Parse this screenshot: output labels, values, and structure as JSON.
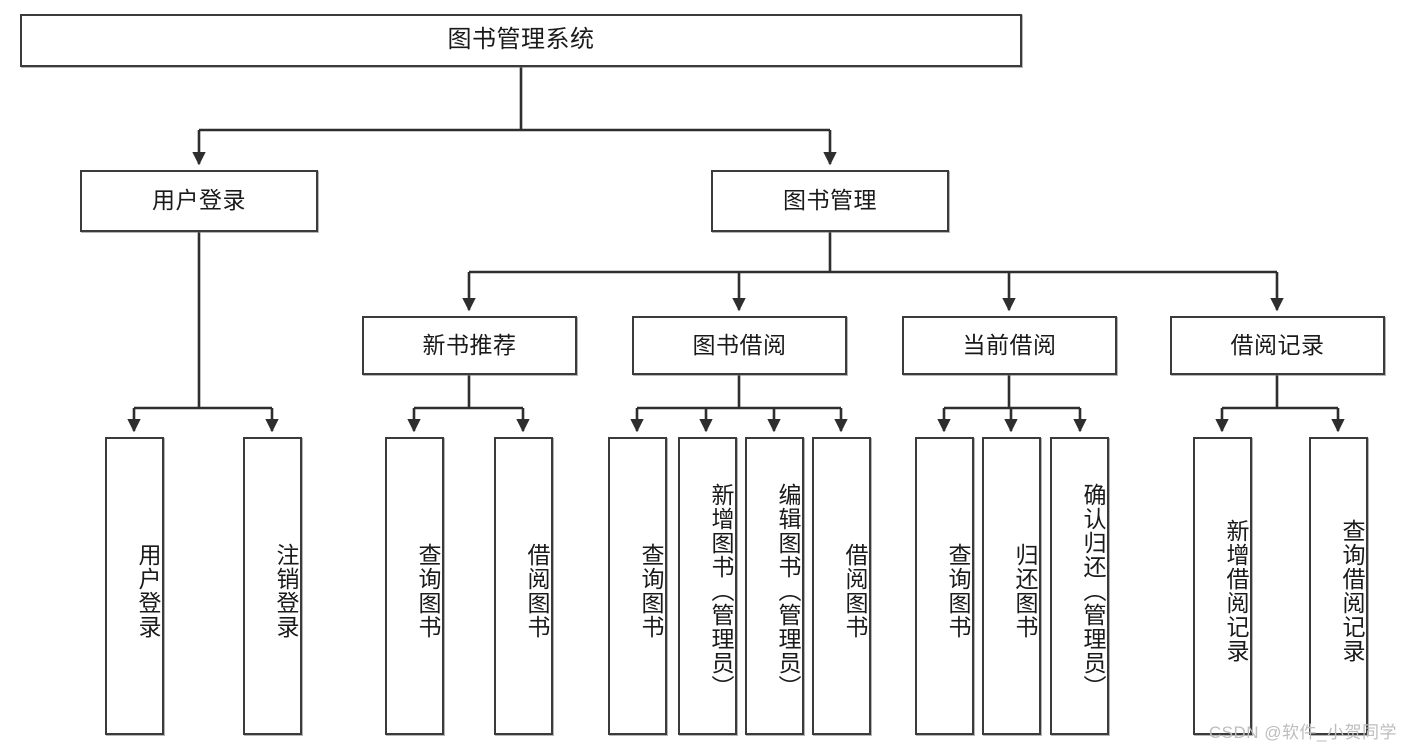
{
  "diagram": {
    "title": "图书管理系统",
    "type": "tree",
    "orientation": "top-down",
    "colors": {
      "box_border": "#3b3b3b",
      "box_fill": "#ffffff",
      "edge": "#2e2e2e",
      "text": "#1a1a1a",
      "watermark": "#bdbdbd",
      "background": "#ffffff"
    },
    "nodes": {
      "root": {
        "label": "图书管理系统",
        "level": 1
      },
      "level2": [
        {
          "id": "user-login",
          "label": "用户登录"
        },
        {
          "id": "book-management",
          "label": "图书管理"
        }
      ],
      "level3": [
        {
          "id": "new-book-recommend",
          "label": "新书推荐"
        },
        {
          "id": "book-borrow",
          "label": "图书借阅"
        },
        {
          "id": "current-borrow",
          "label": "当前借阅"
        },
        {
          "id": "borrow-record",
          "label": "借阅记录"
        }
      ],
      "leaves": {
        "user-login": [
          {
            "id": "leaf-user-login",
            "label": "用户登录"
          },
          {
            "id": "leaf-logout-login",
            "label": "注销登录"
          }
        ],
        "new-book-recommend": [
          {
            "id": "leaf-query-book-1",
            "label": "查询图书"
          },
          {
            "id": "leaf-borrow-book-1",
            "label": "借阅图书"
          }
        ],
        "book-borrow": [
          {
            "id": "leaf-query-book-2",
            "label": "查询图书"
          },
          {
            "id": "leaf-add-book",
            "label": "新增图书（管理员）"
          },
          {
            "id": "leaf-edit-book",
            "label": "编辑图书（管理员）"
          },
          {
            "id": "leaf-borrow-book-2",
            "label": "借阅图书"
          }
        ],
        "current-borrow": [
          {
            "id": "leaf-query-book-3",
            "label": "查询图书"
          },
          {
            "id": "leaf-return-book",
            "label": "归还图书"
          },
          {
            "id": "leaf-confirm-return",
            "label": "确认归还（管理员）"
          }
        ],
        "borrow-record": [
          {
            "id": "leaf-add-record",
            "label": "新增借阅记录"
          },
          {
            "id": "leaf-query-record",
            "label": "查询借阅记录"
          }
        ]
      }
    },
    "watermark": "CSDN @软件_小贺同学"
  }
}
